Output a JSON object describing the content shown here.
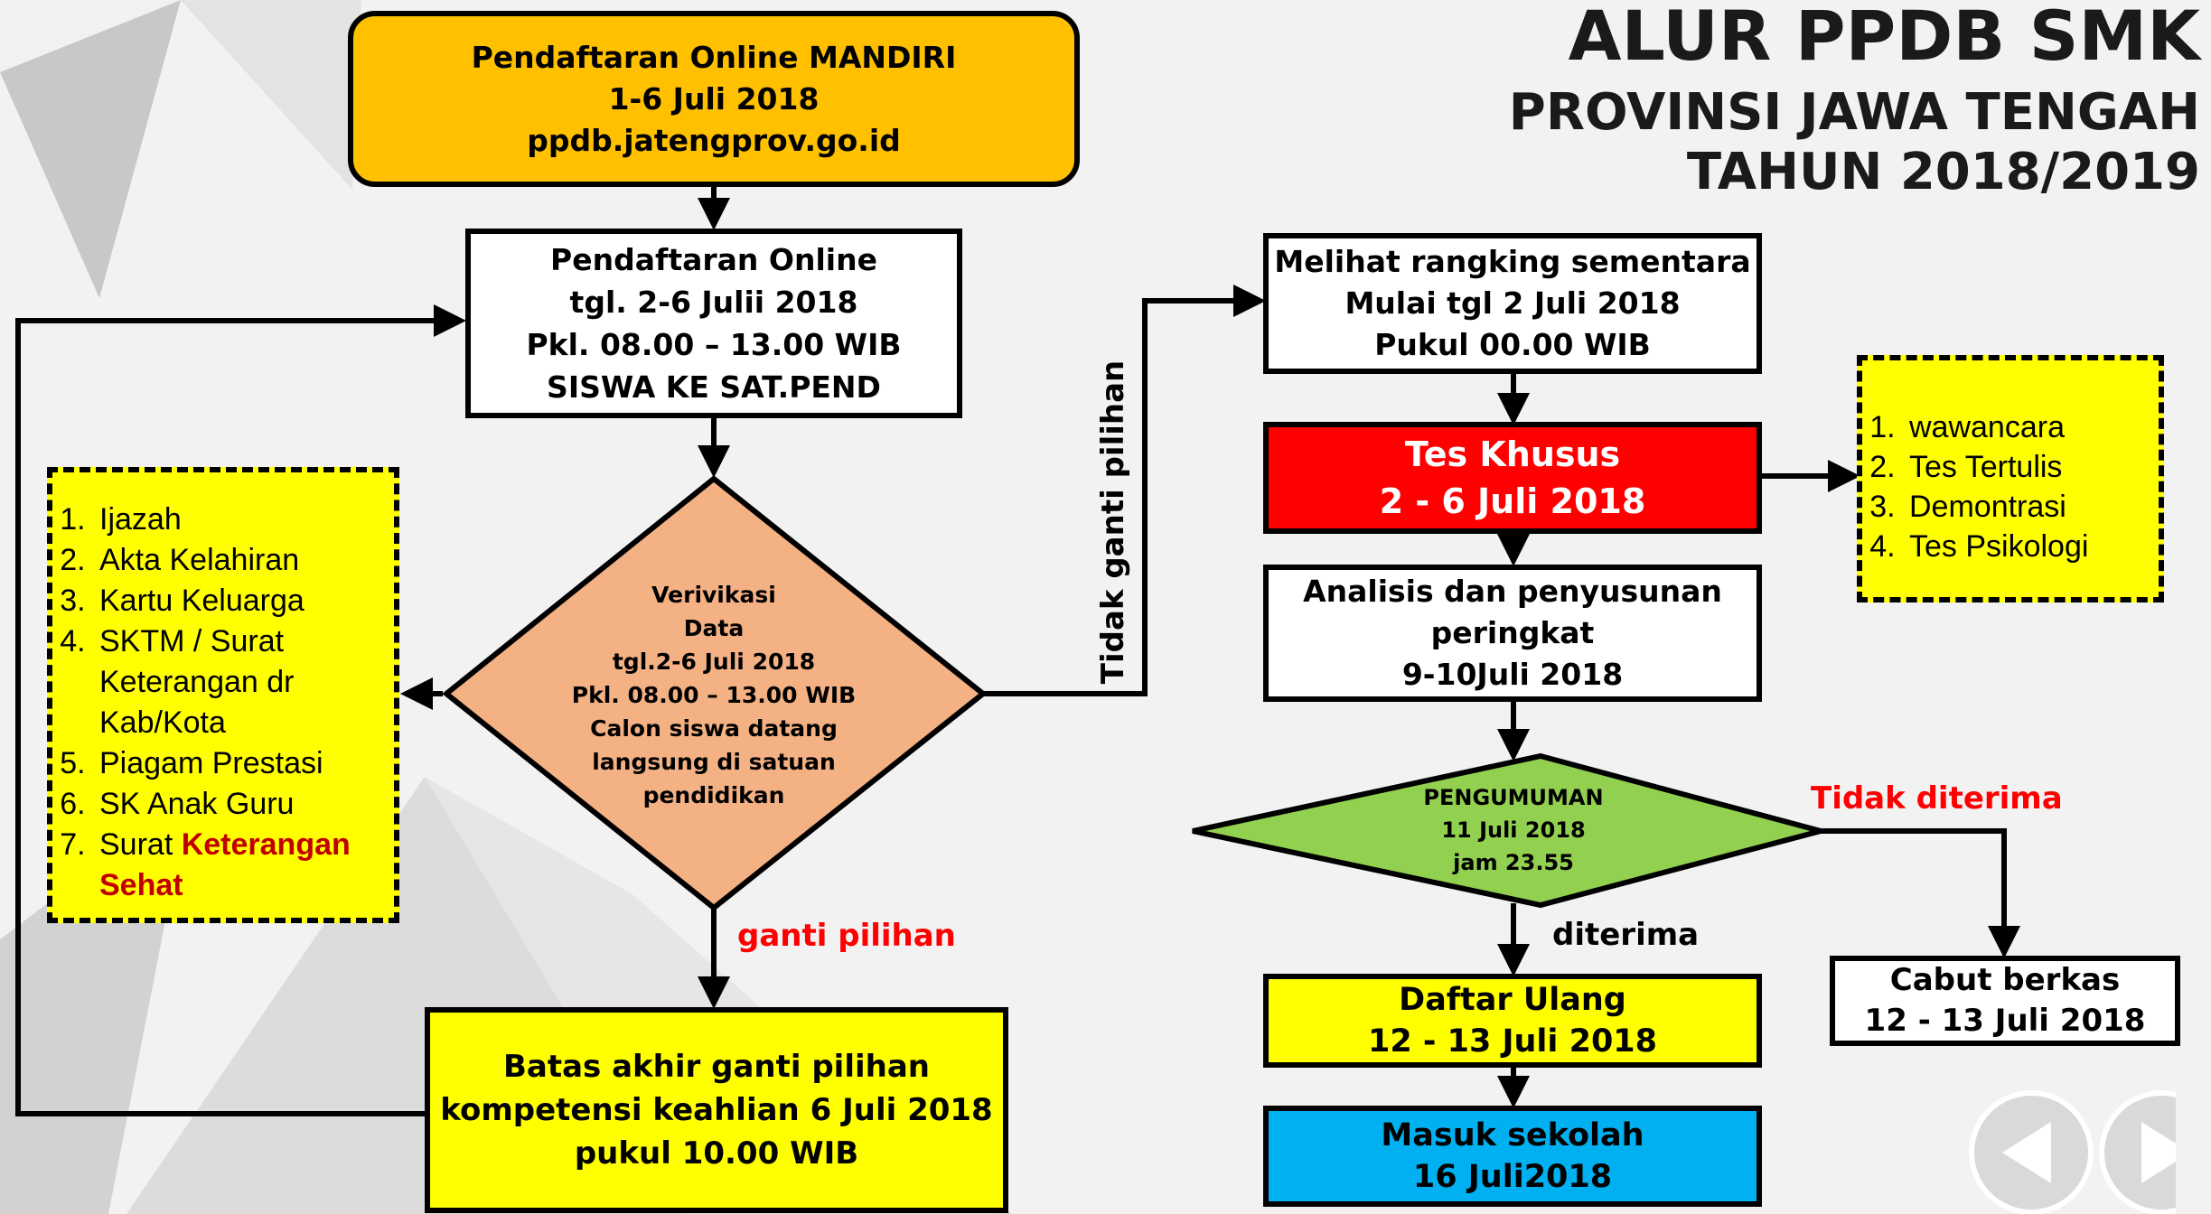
{
  "title": {
    "line1": "ALUR PPDB SMK",
    "line2": "PROVINSI JAWA TENGAH",
    "line3": "TAHUN 2018/2019"
  },
  "boxes": {
    "mandiri": [
      "Pendaftaran Online MANDIRI",
      "1-6 Juli 2018",
      "ppdb.jatengprov.go.id"
    ],
    "online": [
      "Pendaftaran Online",
      "tgl. 2-6 Julii 2018",
      "Pkl. 08.00 – 13.00 WIB",
      "SISWA  KE SAT.PEND"
    ],
    "verifikasi": [
      "Verivikasi",
      "Data",
      "tgl.2-6 Juli 2018",
      "Pkl. 08.00 – 13.00 WIB",
      "Calon siswa datang",
      "langsung di satuan",
      "pendidikan"
    ],
    "batas": [
      "Batas akhir ganti pilihan",
      "kompetensi keahlian 6 Juli 2018",
      "pukul 10.00 WIB"
    ],
    "rangking": [
      "Melihat rangking sementara",
      "Mulai tgl  2 Juli 2018",
      "Pukul 00.00 WIB"
    ],
    "tes": [
      "Tes Khusus",
      "2 - 6 Juli 2018"
    ],
    "analisis": [
      "Analisis dan penyusunan",
      "peringkat",
      "9-10Juli 2018"
    ],
    "pengumuman": [
      "PENGUMUMAN",
      "11 Juli 2018",
      "jam 23.55"
    ],
    "daftar": [
      "Daftar Ulang",
      "12 - 13 Juli 2018"
    ],
    "masuk": [
      "Masuk sekolah",
      "16 Juli2018"
    ],
    "cabut": [
      "Cabut berkas",
      "12 - 13 Juli 2018"
    ]
  },
  "documents": {
    "items": [
      "Ijazah",
      "Akta Kelahiran",
      "Kartu Keluarga",
      "SKTM  / Surat Keterangan dr Kab/Kota",
      "Piagam Prestasi",
      "SK Anak Guru"
    ],
    "item7_prefix": "Surat ",
    "item7_highlight_a": "Keterangan",
    "item7_highlight_b": "Sehat"
  },
  "tes_items": [
    "wawancara",
    "Tes Tertulis",
    "Demontrasi",
    "Tes Psikologi"
  ],
  "labels": {
    "tidak_ganti": "Tidak ganti pilihan",
    "ganti": "ganti pilihan",
    "diterima": "diterima",
    "tidak_diterima": "Tidak diterima"
  },
  "colors": {
    "orange": "#ffc000",
    "yellow": "#ffff00",
    "red": "#ff0000",
    "salmon": "#f4b183",
    "green": "#92d050",
    "blue": "#00b0f0",
    "label_red": "#ff0000",
    "dark_red": "#c00000"
  },
  "icons": [
    "back-arrow-icon",
    "forward-arrow-icon"
  ]
}
